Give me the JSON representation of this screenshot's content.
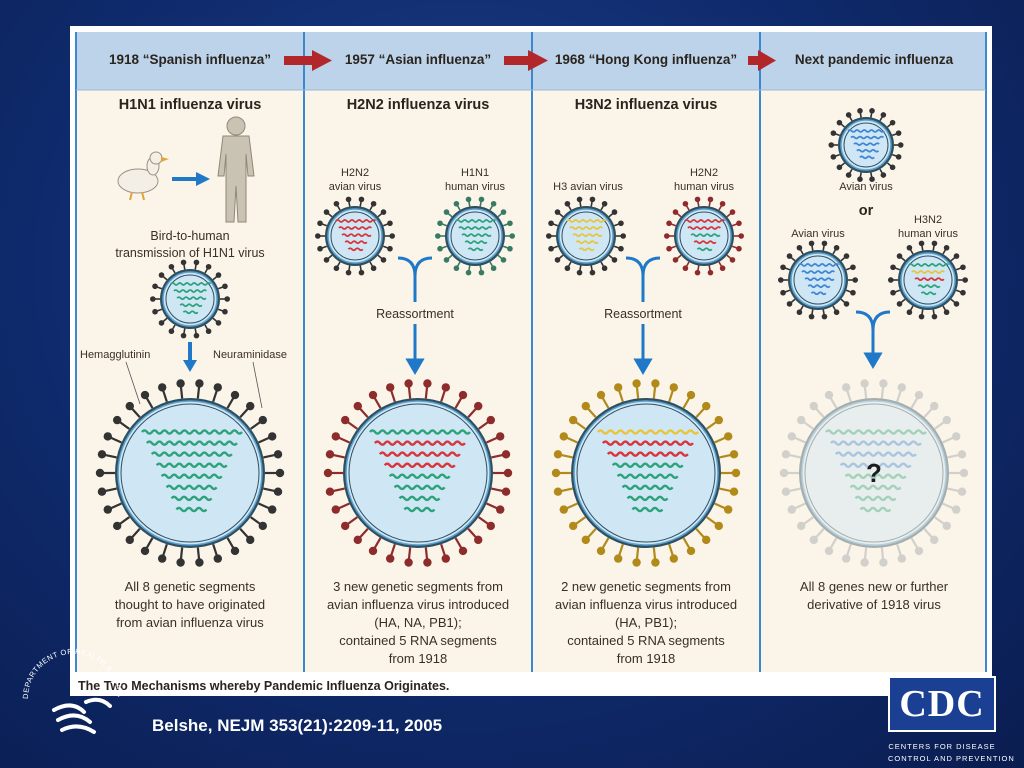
{
  "figure": {
    "headers": [
      "1918 “Spanish influenza”",
      "1957 “Asian influenza”",
      "1968 “Hong Kong influenza”",
      "Next pandemic influenza"
    ],
    "columns": [
      {
        "subtype": "H1N1 influenza virus",
        "caption_line1": "Bird-to-human",
        "caption_line2": "transmission of H1N1 virus",
        "label_left": "Hemagglutinin",
        "label_right": "Neuraminidase",
        "desc": [
          "All 8 genetic segments",
          "thought to have originated",
          "from avian influenza virus"
        ]
      },
      {
        "subtype": "H2N2 influenza virus",
        "left_line1": "H2N2",
        "left_line2": "avian virus",
        "right_line1": "H1N1",
        "right_line2": "human virus",
        "process": "Reassortment",
        "desc": [
          "3 new genetic segments from",
          "avian influenza virus introduced",
          "(HA, NA, PB1);",
          "contained 5 RNA segments",
          "from 1918"
        ]
      },
      {
        "subtype": "H3N2 influenza virus",
        "left_line2": "H3 avian virus",
        "right_line1": "H2N2",
        "right_line2": "human virus",
        "process": "Reassortment",
        "desc": [
          "2 new genetic segments from",
          "avian influenza virus introduced",
          "(HA, PB1);",
          "contained 5 RNA segments",
          "from 1918"
        ]
      },
      {
        "top_label": "Avian virus",
        "or_label": "or",
        "left_line2": "Avian virus",
        "right_line1": "H3N2",
        "right_line2": "human virus",
        "question": "?",
        "desc": [
          "All 8 genes new or further",
          "derivative of 1918 virus"
        ]
      }
    ],
    "caption": "The Two Mechanisms whereby Pandemic Influenza Originates."
  },
  "colors": {
    "slide_bg": "#12307a",
    "header_band": "#bcd3ea",
    "panel_bg": "#fbf4e9",
    "arrow_red": "#b2282a",
    "arrow_blue": "#1f78c8",
    "rna_green": "#2da37a",
    "rna_red": "#d9353b",
    "rna_yellow": "#e8c53a",
    "rna_blue": "#3f86d6",
    "virus_core": "#cfe6f5"
  },
  "citation": "Belshe, NEJM 353(21):2209-11, 2005",
  "cdc": {
    "logo_text": "CDC",
    "line1": "CENTERS FOR DISEASE",
    "line2": "CONTROL AND PREVENTION"
  },
  "hhs_seal_text": "DEPARTMENT OF HEALTH & HUMAN SERVICES"
}
